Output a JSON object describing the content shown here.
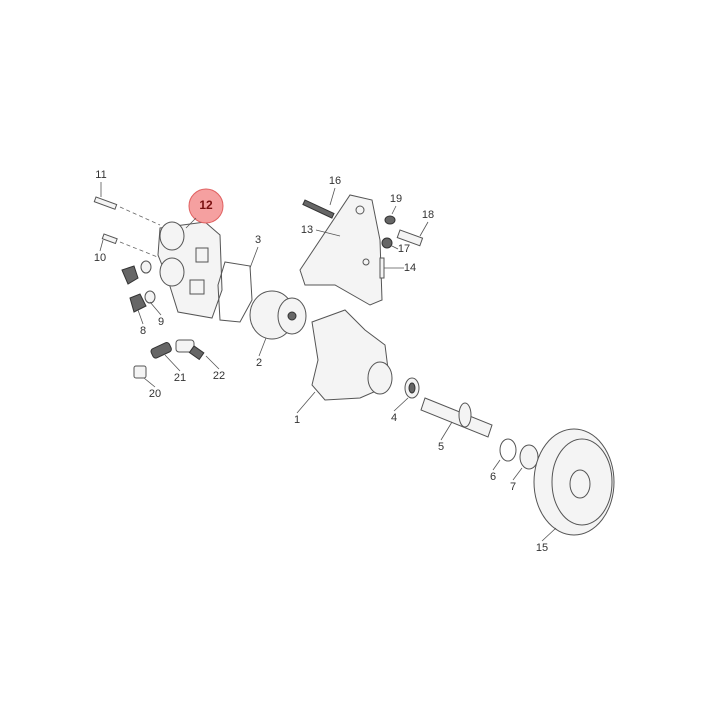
{
  "diagram": {
    "highlight_color": "#f5a0a0",
    "highlighted_part": "12",
    "callouts": [
      "1",
      "2",
      "3",
      "4",
      "5",
      "6",
      "7",
      "8",
      "9",
      "10",
      "11",
      "12",
      "13",
      "14",
      "15",
      "16",
      "17",
      "18",
      "19",
      "20",
      "21",
      "22"
    ]
  }
}
